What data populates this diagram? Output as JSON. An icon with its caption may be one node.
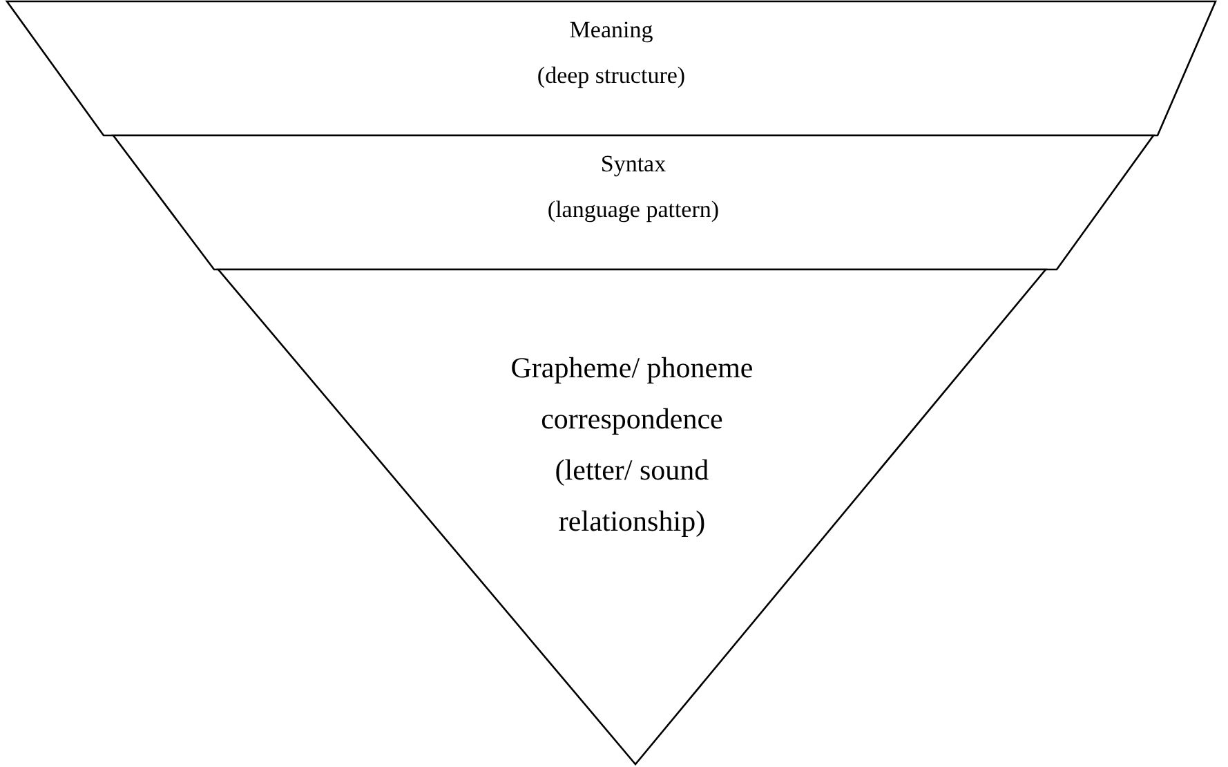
{
  "diagram": {
    "nodes": [
      {
        "text": [
          "Meaning",
          "(deep structure)"
        ]
      },
      {
        "text": [
          "Syntax",
          "(language pattern)"
        ]
      },
      {
        "text": [
          "Grapheme/ phoneme correspondence",
          "(letter/ sound relationship)"
        ]
      }
    ]
  }
}
